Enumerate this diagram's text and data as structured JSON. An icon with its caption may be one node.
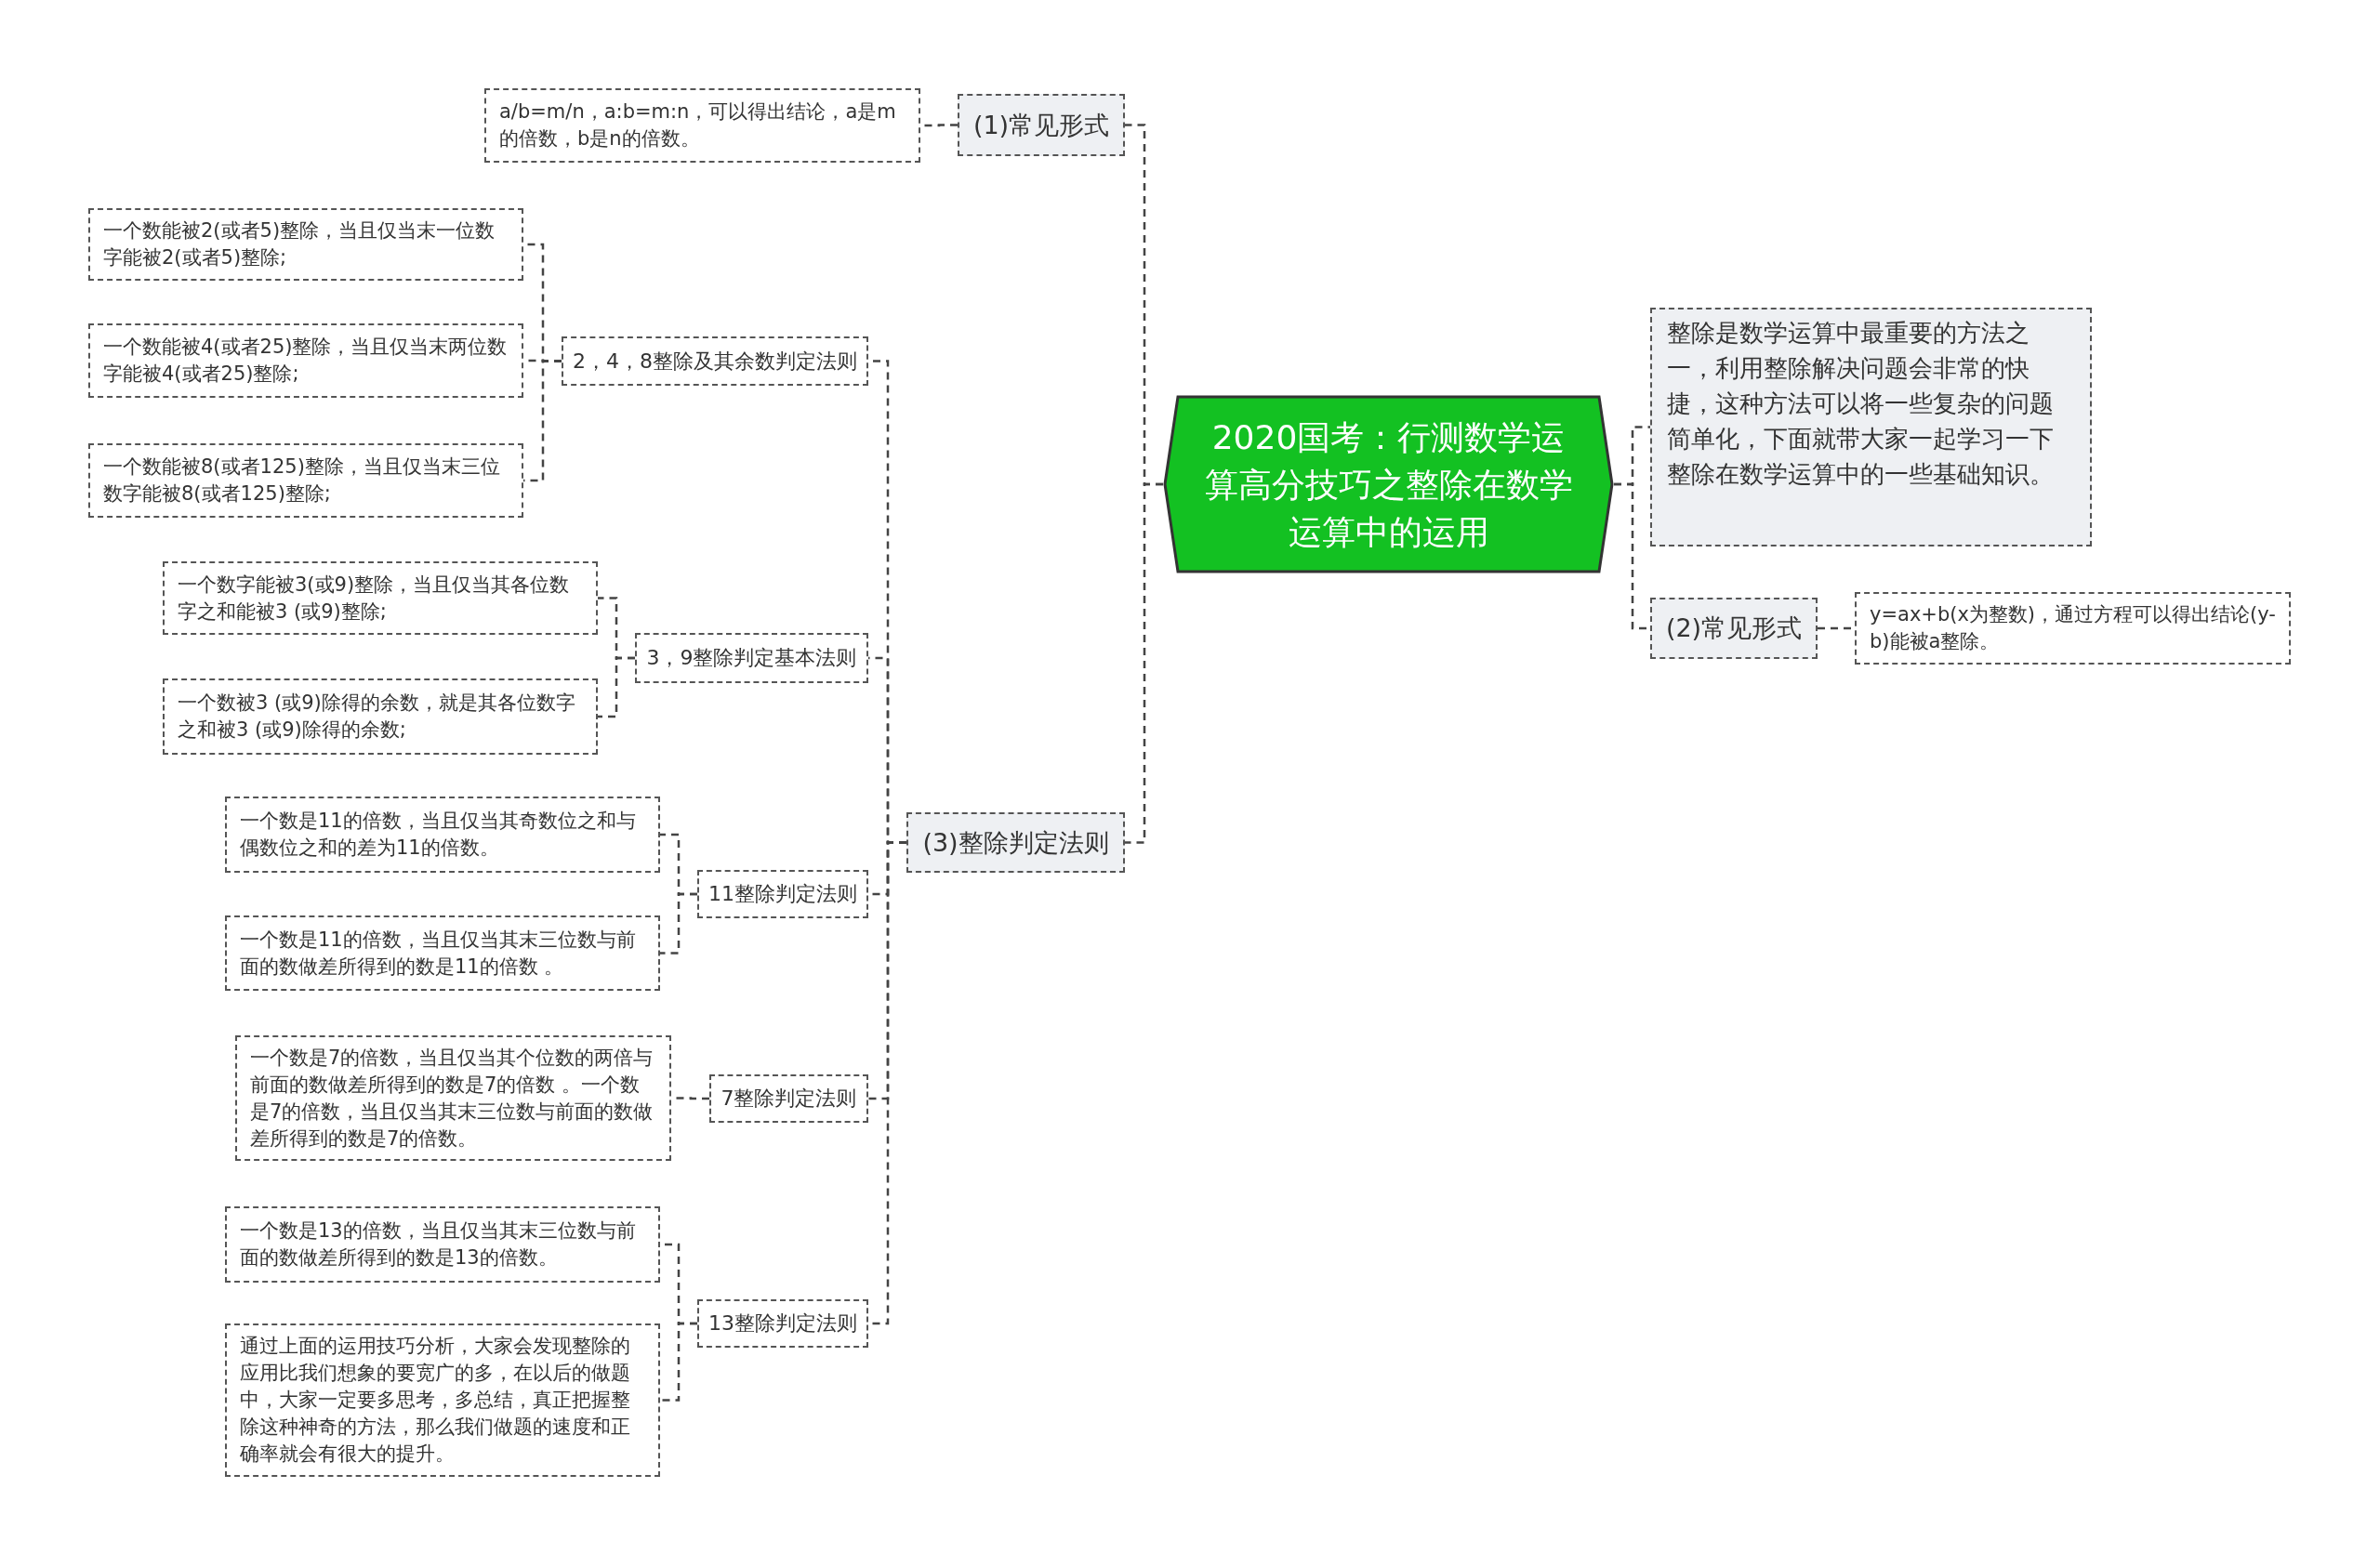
{
  "diagram": {
    "nodes": [
      {
        "text": [
          "2020国考：行测数学运算高分技巧之整除在数学运算中的运用"
        ]
      },
      {
        "text": [
          "(1)常见形式"
        ]
      },
      {
        "text": [
          "a/b=m/n，a:b=m:n，可以得出结论，a是m的倍数，b是n的倍数。"
        ]
      },
      {
        "text": [
          "(3)整除判定法则"
        ]
      },
      {
        "text": [
          "2，4，8整除及其余数判定法则"
        ]
      },
      {
        "text": [
          "一个数能被2(或者5)整除，当且仅当末一位数字能被2(或者5)整除;"
        ]
      },
      {
        "text": [
          "一个数能被4(或者25)整除，当且仅当末两位数字能被4(或者25)整除;"
        ]
      },
      {
        "text": [
          "一个数能被8(或者125)整除，当且仅当末三位数字能被8(或者125)整除;"
        ]
      },
      {
        "text": [
          "3，9整除判定基本法则"
        ]
      },
      {
        "text": [
          "一个数字能被3(或9)整除，当且仅当其各位数字之和能被3 (或9)整除;"
        ]
      },
      {
        "text": [
          "一个数被3 (或9)除得的余数，就是其各位数字之和被3 (或9)除得的余数;"
        ]
      },
      {
        "text": [
          "11整除判定法则"
        ]
      },
      {
        "text": [
          "一个数是11的倍数，当且仅当其奇数位之和与偶数位之和的差为11的倍数。"
        ]
      },
      {
        "text": [
          "一个数是11的倍数，当且仅当其末三位数与前面的数做差所得到的数是11的倍数 。"
        ]
      },
      {
        "text": [
          "7整除判定法则"
        ]
      },
      {
        "text": [
          "一个数是7的倍数，当且仅当其个位数的两倍与前面的数做差所得到的数是7的倍数 。一个数是7的倍数，当且仅当其末三位数与前面的数做差所得到的数是7的倍数。"
        ]
      },
      {
        "text": [
          "13整除判定法则"
        ]
      },
      {
        "text": [
          "一个数是13的倍数，当且仅当其末三位数与前面的数做差所得到的数是13的倍数。"
        ]
      },
      {
        "text": [
          "通过上面的运用技巧分析，大家会发现整除的应用比我们想象的要宽广的多，在以后的做题中，大家一定要多思考，多总结，真正把握整除这种神奇的方法，那么我们做题的速度和正确率就会有很大的提升。"
        ]
      },
      {
        "text": [
          "整除是数学运算中最重要的方法之一，利用整除解决问题会非常的快捷，这种方法可以将一些复杂的问题简单化，下面就带大家一起学习一下整除在数学运算中的一些基础知识。"
        ]
      },
      {
        "text": [
          "(2)常见形式"
        ]
      },
      {
        "text": [
          "y=ax+b(x为整数)，通过方程可以得出结论(y-b)能被a整除。"
        ]
      }
    ],
    "edges": [
      {
        "from": 0,
        "to": 1,
        "arrow": "none"
      },
      {
        "from": 0,
        "to": 3,
        "arrow": "none"
      },
      {
        "from": 0,
        "to": 19,
        "arrow": "none"
      },
      {
        "from": 0,
        "to": 20,
        "arrow": "none"
      },
      {
        "from": 1,
        "to": 2,
        "arrow": "none"
      },
      {
        "from": 3,
        "to": 4,
        "arrow": "none"
      },
      {
        "from": 3,
        "to": 8,
        "arrow": "none"
      },
      {
        "from": 3,
        "to": 11,
        "arrow": "none"
      },
      {
        "from": 3,
        "to": 14,
        "arrow": "none"
      },
      {
        "from": 3,
        "to": 16,
        "arrow": "none"
      },
      {
        "from": 4,
        "to": 5,
        "arrow": "none"
      },
      {
        "from": 4,
        "to": 6,
        "arrow": "none"
      },
      {
        "from": 4,
        "to": 7,
        "arrow": "none"
      },
      {
        "from": 8,
        "to": 9,
        "arrow": "none"
      },
      {
        "from": 8,
        "to": 10,
        "arrow": "none"
      },
      {
        "from": 11,
        "to": 12,
        "arrow": "none"
      },
      {
        "from": 11,
        "to": 13,
        "arrow": "none"
      },
      {
        "from": 14,
        "to": 15,
        "arrow": "none"
      },
      {
        "from": 16,
        "to": 17,
        "arrow": "none"
      },
      {
        "from": 16,
        "to": 18,
        "arrow": "none"
      },
      {
        "from": 20,
        "to": 21,
        "arrow": "none"
      }
    ]
  }
}
